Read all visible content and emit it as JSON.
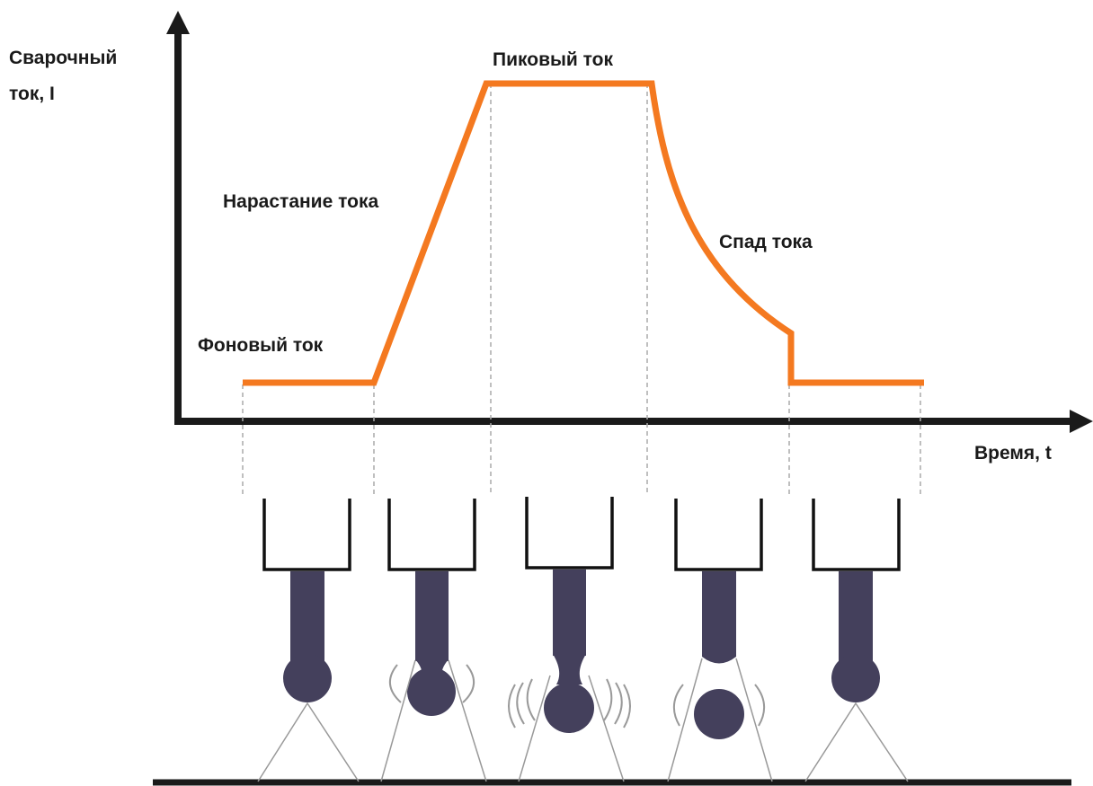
{
  "axes": {
    "y_label_line1": "Сварочный",
    "y_label_line2": "ток, I",
    "x_label": "Время, t"
  },
  "phases": {
    "background": "Фоновый ток",
    "rise": "Нарастание тока",
    "peak": "Пиковый ток",
    "decay": "Спад тока"
  },
  "colors": {
    "current_curve": "#f47920",
    "electrode": "#44405c",
    "axis": "#1a1a1a",
    "guide": "#aaaaaa",
    "arc": "#999999"
  },
  "icons": [
    "torch-nozzle-icon",
    "electrode-wire-icon",
    "molten-droplet-icon",
    "arc-cone-icon",
    "arc-vibration-icon"
  ]
}
